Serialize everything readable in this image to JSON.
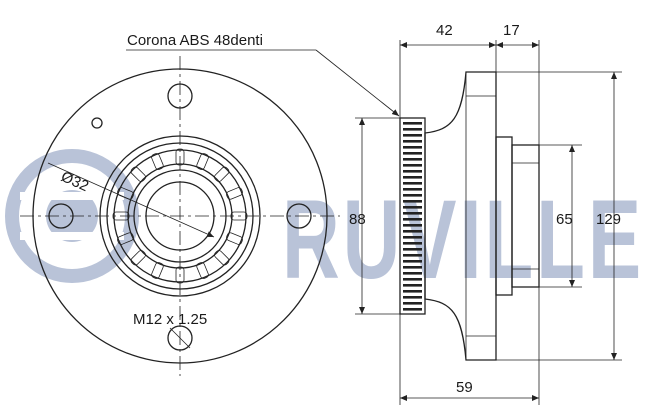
{
  "watermark": {
    "text": "RUVILLE",
    "color": "#b9c3d8"
  },
  "annotations": {
    "abs_ring": "Corona ABS 48denti",
    "bearing_diameter": "Ø32",
    "thread": "M12 x 1.25"
  },
  "dimensions": {
    "top_left": "42",
    "top_right": "17",
    "abs_ring_dia": "88",
    "pilot_dia": "65",
    "flange_dia": "129",
    "overall_length": "59"
  }
}
